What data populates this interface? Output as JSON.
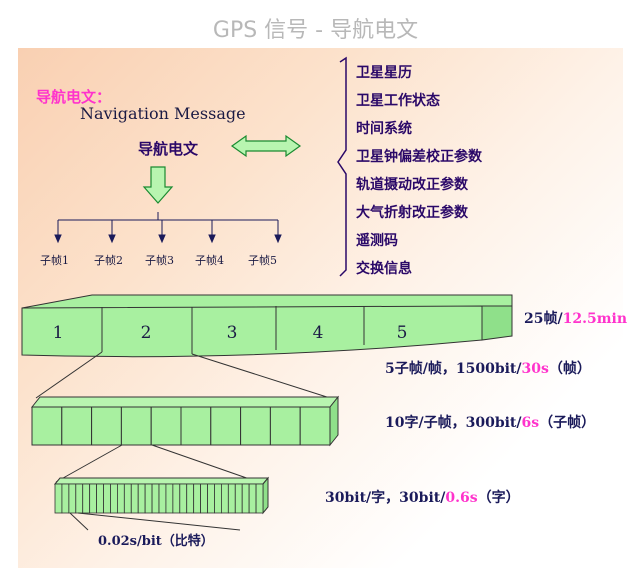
{
  "page_title": "GPS 信号 - 导航电文",
  "left_panel": {
    "heading": "导航电文：",
    "english": "Navigation Message",
    "center_label": "导航电文",
    "subframes": [
      "子帧1",
      "子帧2",
      "子帧3",
      "子帧4",
      "子帧5"
    ]
  },
  "contents_list": [
    "卫星星历",
    "卫星工作状态",
    "时间系统",
    "卫星钟偏差校正参数",
    "轨道摄动改正参数",
    "大气折射改正参数",
    "遥测码",
    "交换信息"
  ],
  "frame_row": {
    "labels": [
      "1",
      "2",
      "3",
      "4",
      "5"
    ],
    "spec_main": "25帧/",
    "spec_accent": "12.5min"
  },
  "frame_spec": {
    "main": "5子帧/帧，1500bit/",
    "accent": "30s",
    "tail": "（帧）"
  },
  "subframe_spec": {
    "main": "10字/子帧，300bit/",
    "accent": "6s",
    "tail": "（子帧）"
  },
  "word_spec": {
    "main": "30bit/字，30bit/",
    "accent": "0.6s",
    "tail": "（字）"
  },
  "bit_label": "0.02s/bit（比特）",
  "counts": {
    "subframe_cells": 10,
    "word_cells": 30
  },
  "colors": {
    "cell_fill": "#a8f0a0",
    "arrow_fill": "#b8f5b0",
    "accent": "#ff33cc",
    "text_dark": "#1a1a5a"
  }
}
